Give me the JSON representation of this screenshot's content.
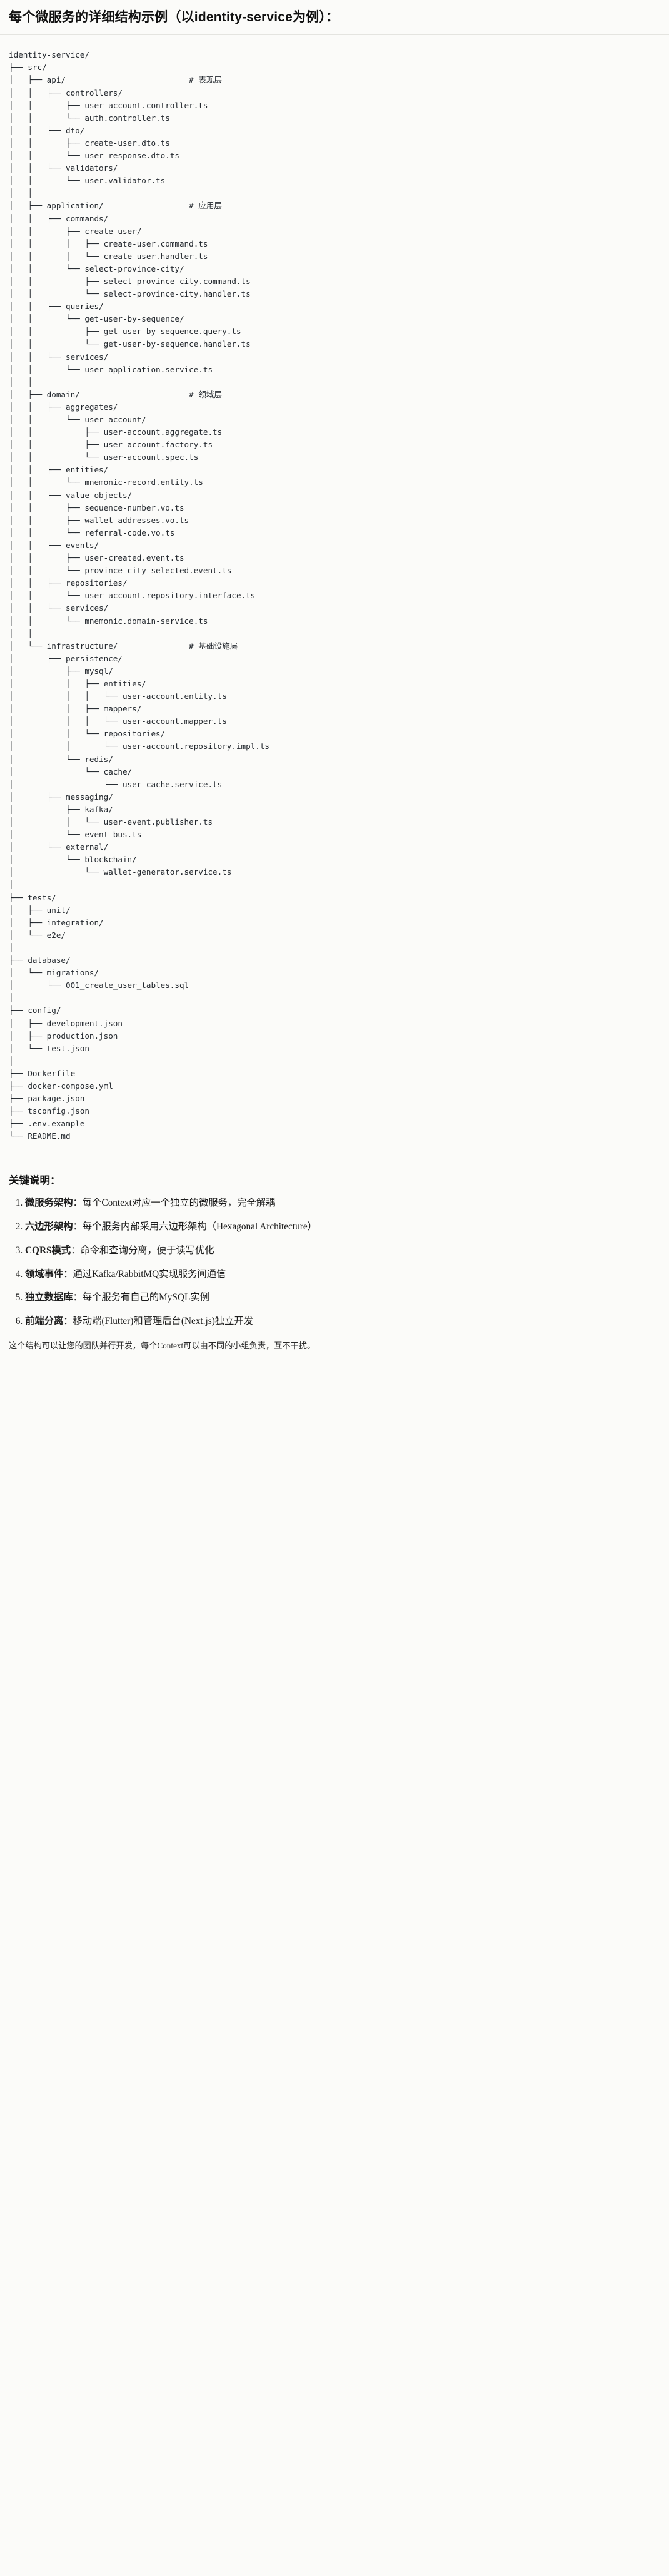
{
  "heading": "每个微服务的详细结构示例（以identity-service为例）：",
  "tree": {
    "root_label": "identity-service/",
    "comments": {
      "api": "# 表现层",
      "application": "# 应用层",
      "domain": "# 领域层",
      "infrastructure": "# 基础设施层"
    },
    "text": "identity-service/\n├── src/\n│   ├── api/                          # 表现层\n│   │   ├── controllers/\n│   │   │   ├── user-account.controller.ts\n│   │   │   └── auth.controller.ts\n│   │   ├── dto/\n│   │   │   ├── create-user.dto.ts\n│   │   │   └── user-response.dto.ts\n│   │   └── validators/\n│   │       └── user.validator.ts\n│   │\n│   ├── application/                  # 应用层\n│   │   ├── commands/\n│   │   │   ├── create-user/\n│   │   │   │   ├── create-user.command.ts\n│   │   │   │   └── create-user.handler.ts\n│   │   │   └── select-province-city/\n│   │   │       ├── select-province-city.command.ts\n│   │   │       └── select-province-city.handler.ts\n│   │   ├── queries/\n│   │   │   └── get-user-by-sequence/\n│   │   │       ├── get-user-by-sequence.query.ts\n│   │   │       └── get-user-by-sequence.handler.ts\n│   │   └── services/\n│   │       └── user-application.service.ts\n│   │\n│   ├── domain/                       # 领域层\n│   │   ├── aggregates/\n│   │   │   └── user-account/\n│   │   │       ├── user-account.aggregate.ts\n│   │   │       ├── user-account.factory.ts\n│   │   │       └── user-account.spec.ts\n│   │   ├── entities/\n│   │   │   └── mnemonic-record.entity.ts\n│   │   ├── value-objects/\n│   │   │   ├── sequence-number.vo.ts\n│   │   │   ├── wallet-addresses.vo.ts\n│   │   │   └── referral-code.vo.ts\n│   │   ├── events/\n│   │   │   ├── user-created.event.ts\n│   │   │   └── province-city-selected.event.ts\n│   │   ├── repositories/\n│   │   │   └── user-account.repository.interface.ts\n│   │   └── services/\n│   │       └── mnemonic.domain-service.ts\n│   │\n│   └── infrastructure/               # 基础设施层\n│       ├── persistence/\n│       │   ├── mysql/\n│       │   │   ├── entities/\n│       │   │   │   └── user-account.entity.ts\n│       │   │   ├── mappers/\n│       │   │   │   └── user-account.mapper.ts\n│       │   │   └── repositories/\n│       │   │       └── user-account.repository.impl.ts\n│       │   └── redis/\n│       │       └── cache/\n│       │           └── user-cache.service.ts\n│       ├── messaging/\n│       │   ├── kafka/\n│       │   │   └── user-event.publisher.ts\n│       │   └── event-bus.ts\n│       └── external/\n│           └── blockchain/\n│               └── wallet-generator.service.ts\n│\n├── tests/\n│   ├── unit/\n│   ├── integration/\n│   └── e2e/\n│\n├── database/\n│   └── migrations/\n│       └── 001_create_user_tables.sql\n│\n├── config/\n│   ├── development.json\n│   ├── production.json\n│   └── test.json\n│\n├── Dockerfile\n├── docker-compose.yml\n├── package.json\n├── tsconfig.json\n├── .env.example\n└── README.md"
  },
  "notes": {
    "title": "关键说明：",
    "items": [
      {
        "term": "微服务架构",
        "desc": "：每个Context对应一个独立的微服务，完全解耦"
      },
      {
        "term": "六边形架构",
        "desc": "：每个服务内部采用六边形架构（Hexagonal Architecture）"
      },
      {
        "term": "CQRS模式",
        "desc": "：命令和查询分离，便于读写优化"
      },
      {
        "term": "领域事件",
        "desc": "：通过Kafka/RabbitMQ实现服务间通信"
      },
      {
        "term": "独立数据库",
        "desc": "：每个服务有自己的MySQL实例"
      },
      {
        "term": "前端分离",
        "desc": "：移动端(Flutter)和管理后台(Next.js)独立开发"
      }
    ],
    "closing": "这个结构可以让您的团队并行开发，每个Context可以由不同的小组负责，互不干扰。"
  }
}
